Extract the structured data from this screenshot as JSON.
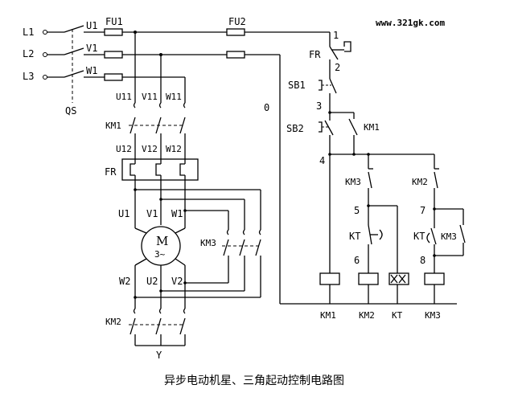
{
  "watermark": "www.321gk.com",
  "caption": "异步电动机星、三角起动控制电路图",
  "inputs": [
    "L1",
    "L2",
    "L3"
  ],
  "main_switch": "QS",
  "fuses": [
    "FU1",
    "FU2"
  ],
  "lines": [
    "U1",
    "V1",
    "W1"
  ],
  "km1_top": [
    "U11",
    "V11",
    "W11"
  ],
  "km1_bottom": [
    "U12",
    "V12",
    "W12"
  ],
  "motor": {
    "top": [
      "U1",
      "V1",
      "W1"
    ],
    "bottom": [
      "W2",
      "U2",
      "V2"
    ],
    "symbol": "M",
    "phase": "3~"
  },
  "power_labels": {
    "km1": "KM1",
    "fr": "FR",
    "km3": "KM3",
    "km2": "KM2",
    "star": "Y"
  },
  "control": {
    "nodes": [
      "0",
      "1",
      "2",
      "3",
      "4",
      "5",
      "6",
      "7",
      "8"
    ],
    "fr": "FR",
    "sb1": "SB1",
    "sb2": "SB2",
    "km1": "KM1",
    "km3": "KM3",
    "km2": "KM2",
    "kt_a": "KT",
    "kt_b": "KT",
    "km3_b": "KM3",
    "coils": [
      "KM1",
      "KM2",
      "KT",
      "KM3"
    ]
  }
}
